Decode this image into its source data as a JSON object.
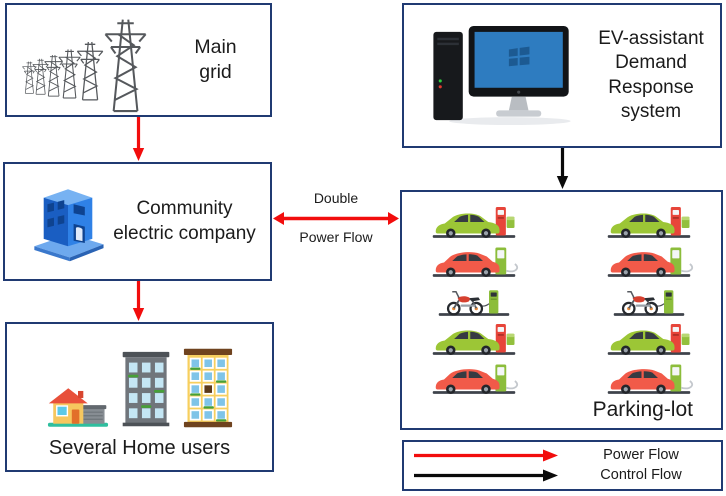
{
  "colors": {
    "box_border": "#203a72",
    "power_flow": "#f20d0d",
    "control_flow": "#0a0a0a",
    "text": "#1b1b1b"
  },
  "boxes": {
    "main_grid": {
      "label": "Main grid",
      "icon": "transmission-towers-icon"
    },
    "ev_system": {
      "label": "EV-assistant Demand Response system",
      "icon": "desktop-computer-icon"
    },
    "community": {
      "label": "Community electric company",
      "icon": "office-building-icon"
    },
    "home_users": {
      "label": "Several Home users",
      "icons": [
        "house-icon",
        "gray-apartment-icon",
        "yellow-apartment-icon"
      ]
    }
  },
  "connections": {
    "double_power": {
      "top_label": "Double",
      "bottom_label": "Power Flow"
    }
  },
  "parking": {
    "label": "Parking-lot",
    "columns": 2,
    "vehicle_rows": [
      "green-car",
      "red-car",
      "motorcycle",
      "green-car",
      "red-car"
    ]
  },
  "legend": {
    "items": [
      {
        "label": "Power Flow",
        "color": "#f20d0d"
      },
      {
        "label": "Control Flow",
        "color": "#0a0a0a"
      }
    ]
  }
}
